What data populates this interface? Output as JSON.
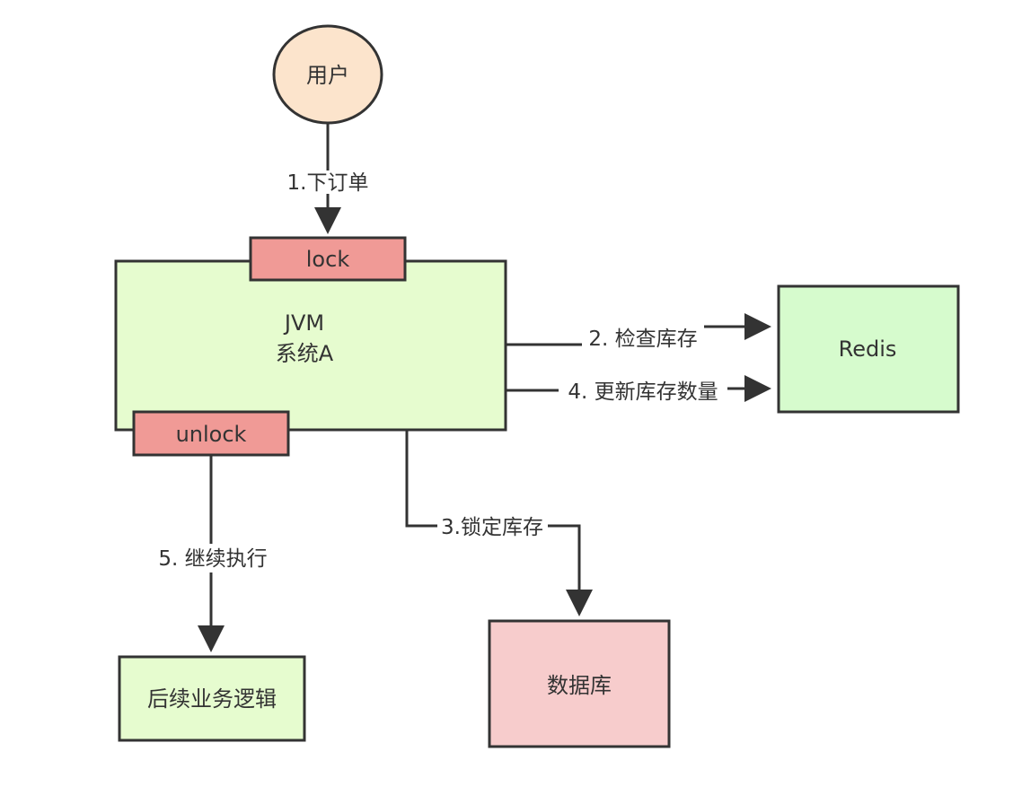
{
  "nodes": {
    "user": {
      "label": "用户",
      "fill": "#fce4cc"
    },
    "jvm": {
      "line1": "JVM",
      "line2": "系统A",
      "fill": "#e6fccf"
    },
    "lock": {
      "label": "lock",
      "fill": "#f09a96"
    },
    "unlock": {
      "label": "unlock",
      "fill": "#f09a96"
    },
    "redis": {
      "label": "Redis",
      "fill": "#d6fbcd"
    },
    "database": {
      "label": "数据库",
      "fill": "#f7cccc"
    },
    "followup": {
      "label": "后续业务逻辑",
      "fill": "#e6fccf"
    }
  },
  "edges": {
    "place_order": "1.下订单",
    "check_stock": "2. 检查库存",
    "lock_stock": "3.锁定库存",
    "update_stock": "4. 更新库存数量",
    "continue_exec": "5. 继续执行"
  },
  "colors": {
    "stroke": "#333333",
    "text": "#333333"
  }
}
